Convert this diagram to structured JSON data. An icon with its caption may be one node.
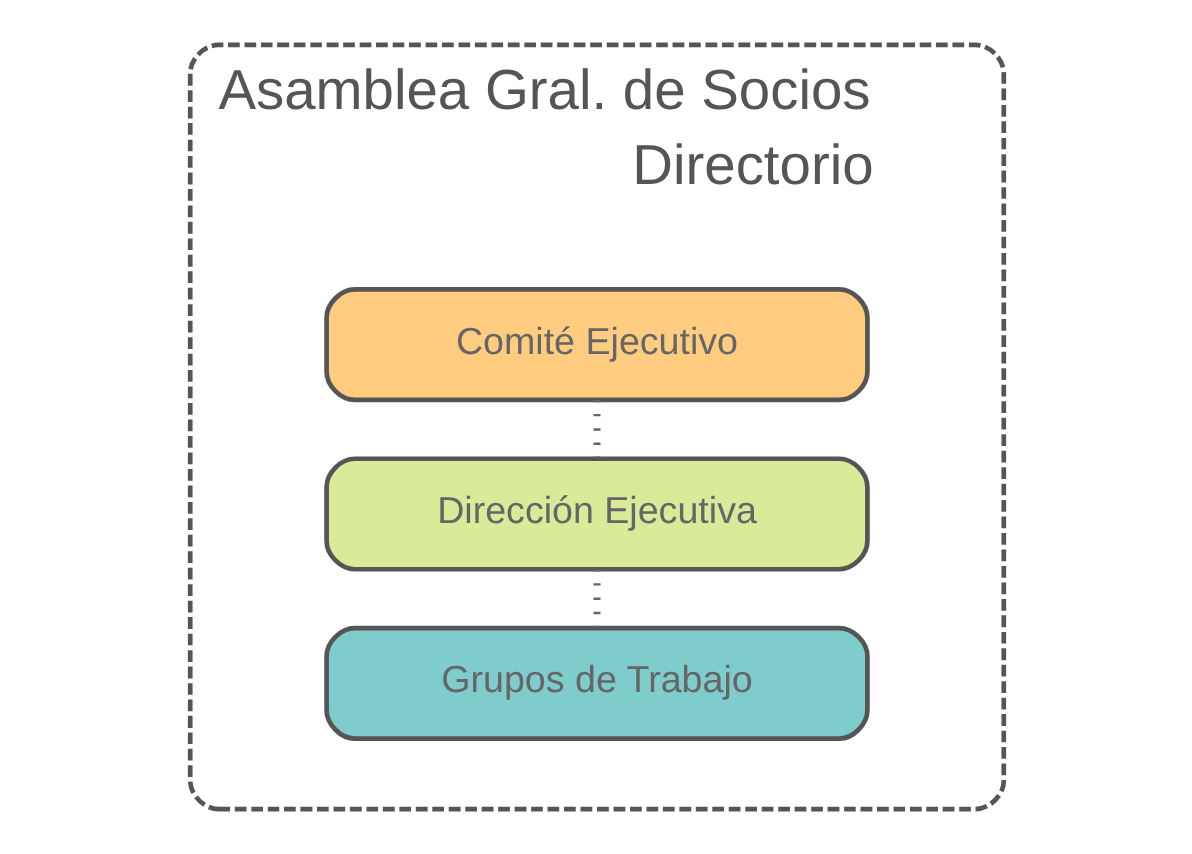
{
  "diagram": {
    "nodes": [
      {
        "text": [
          "Asamblea Gral. de Socios",
          "Directorio"
        ]
      },
      {
        "text": [
          "Comité Ejecutivo"
        ],
        "in": 0
      },
      {
        "text": [
          "Dirección Ejecutiva"
        ],
        "in": 0
      },
      {
        "text": [
          "Grupos de Trabajo"
        ],
        "in": 0
      }
    ],
    "edges": [
      {
        "from": 1,
        "to": 2,
        "arrow": "none",
        "style": "dashed"
      },
      {
        "from": 2,
        "to": 3,
        "arrow": "none",
        "style": "dashed"
      }
    ]
  }
}
